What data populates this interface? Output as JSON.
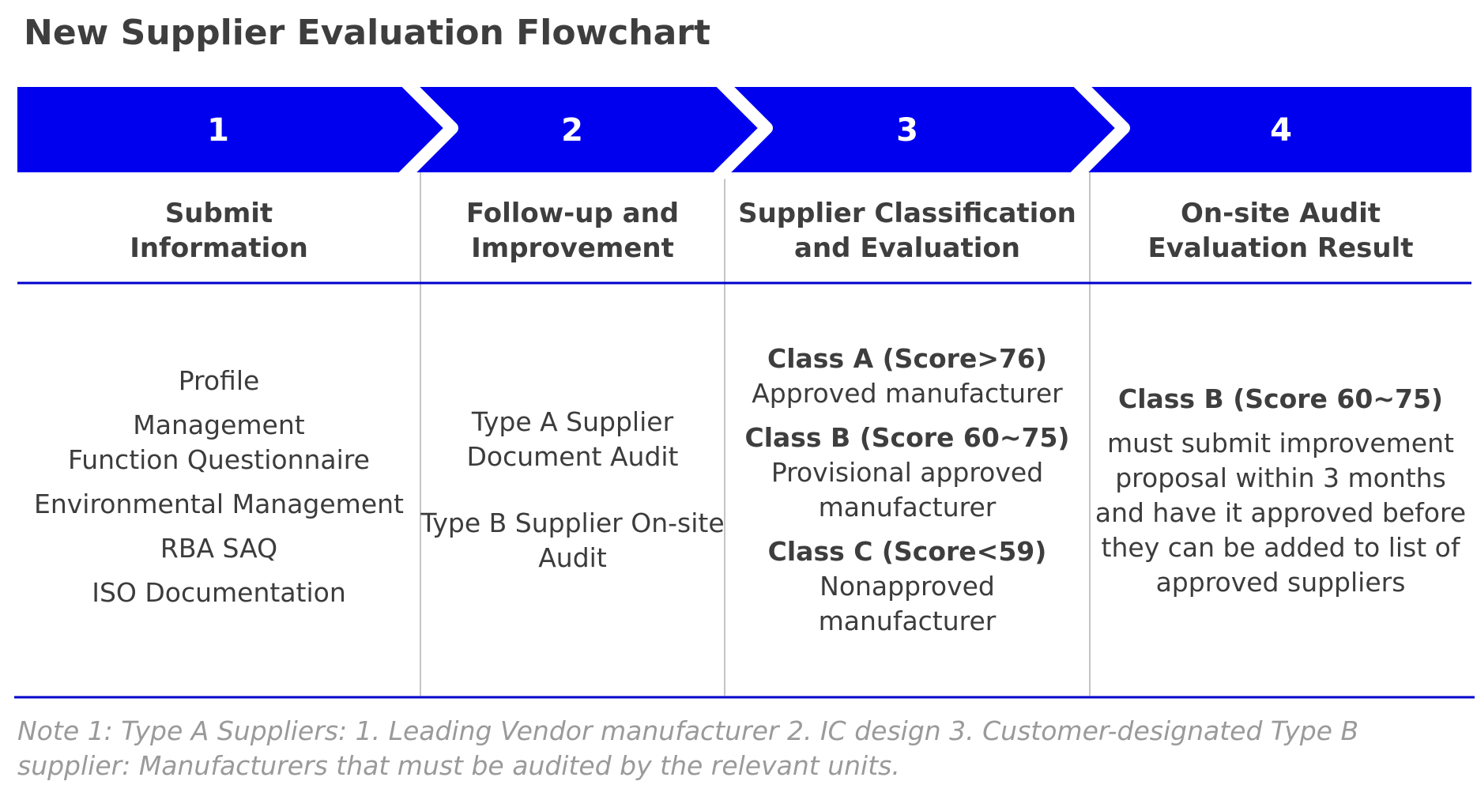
{
  "title": "New Supplier Evaluation Flowchart",
  "colors": {
    "band": "#0000ee",
    "rule": "#0000cc",
    "divider": "#c4c4c4"
  },
  "steps": [
    {
      "number": "1",
      "heading": [
        "Submit",
        "Information"
      ],
      "items": [
        "Profile",
        "Management\nFunction Questionnaire",
        "Environmental Management",
        "RBA SAQ",
        "ISO Documentation"
      ]
    },
    {
      "number": "2",
      "heading": [
        "Follow-up and",
        "Improvement"
      ],
      "items": [
        "Type A Supplier\nDocument Audit",
        "Type B Supplier On-site\nAudit"
      ]
    },
    {
      "number": "3",
      "heading": [
        "Supplier Classification",
        "and Evaluation"
      ],
      "classes": [
        {
          "label": "Class A (Score>76)",
          "desc": "Approved manufacturer"
        },
        {
          "label": "Class B (Score 60~75)",
          "desc": "Provisional approved\nmanufacturer"
        },
        {
          "label": "Class C (Score<59)",
          "desc": "Nonapproved\nmanufacturer"
        }
      ]
    },
    {
      "number": "4",
      "heading": [
        "On-site Audit",
        "Evaluation Result"
      ],
      "class_label": "Class B (Score 60~75)",
      "description": "must submit improvement\nproposal within 3 months\nand have it approved before\nthey can be added to list of\napproved suppliers"
    }
  ],
  "note": "Note 1: Type A Suppliers: 1. Leading Vendor manufacturer 2. IC design 3. Customer-designated Type B supplier: Manufacturers that must be audited by the relevant units."
}
